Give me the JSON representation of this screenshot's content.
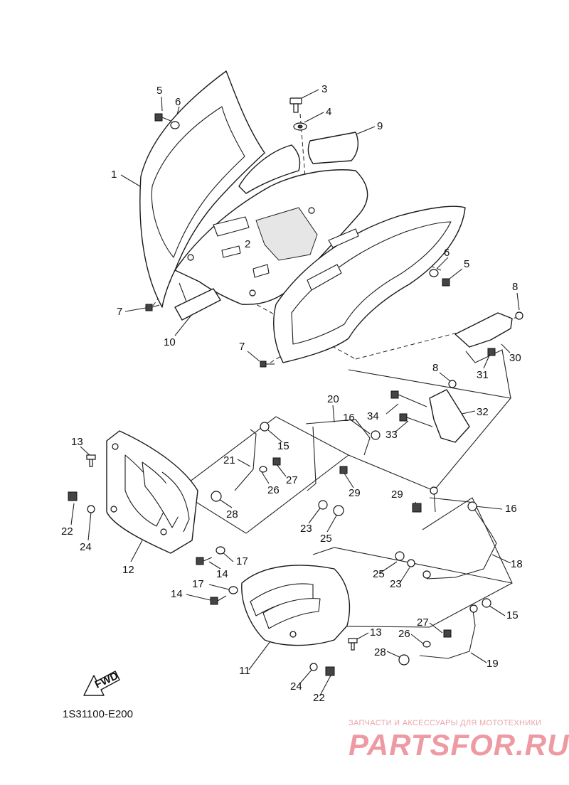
{
  "diagram": {
    "callouts": [
      {
        "id": "c1",
        "text": "1"
      },
      {
        "id": "c2",
        "text": "2"
      },
      {
        "id": "c3",
        "text": "3"
      },
      {
        "id": "c4",
        "text": "4"
      },
      {
        "id": "c5a",
        "text": "5"
      },
      {
        "id": "c5b",
        "text": "5"
      },
      {
        "id": "c6a",
        "text": "6"
      },
      {
        "id": "c6b",
        "text": "6"
      },
      {
        "id": "c7a",
        "text": "7"
      },
      {
        "id": "c7b",
        "text": "7"
      },
      {
        "id": "c8a",
        "text": "8"
      },
      {
        "id": "c8b",
        "text": "8"
      },
      {
        "id": "c9",
        "text": "9"
      },
      {
        "id": "c10",
        "text": "10"
      },
      {
        "id": "c11",
        "text": "11"
      },
      {
        "id": "c12",
        "text": "12"
      },
      {
        "id": "c13a",
        "text": "13"
      },
      {
        "id": "c13b",
        "text": "13"
      },
      {
        "id": "c14a",
        "text": "14"
      },
      {
        "id": "c14b",
        "text": "14"
      },
      {
        "id": "c15a",
        "text": "15"
      },
      {
        "id": "c15b",
        "text": "15"
      },
      {
        "id": "c16a",
        "text": "16"
      },
      {
        "id": "c16b",
        "text": "16"
      },
      {
        "id": "c17a",
        "text": "17"
      },
      {
        "id": "c17b",
        "text": "17"
      },
      {
        "id": "c18",
        "text": "18"
      },
      {
        "id": "c19",
        "text": "19"
      },
      {
        "id": "c20",
        "text": "20"
      },
      {
        "id": "c21",
        "text": "21"
      },
      {
        "id": "c22a",
        "text": "22"
      },
      {
        "id": "c22b",
        "text": "22"
      },
      {
        "id": "c23a",
        "text": "23"
      },
      {
        "id": "c23b",
        "text": "23"
      },
      {
        "id": "c24a",
        "text": "24"
      },
      {
        "id": "c24b",
        "text": "24"
      },
      {
        "id": "c25a",
        "text": "25"
      },
      {
        "id": "c25b",
        "text": "25"
      },
      {
        "id": "c26a",
        "text": "26"
      },
      {
        "id": "c26b",
        "text": "26"
      },
      {
        "id": "c27a",
        "text": "27"
      },
      {
        "id": "c27b",
        "text": "27"
      },
      {
        "id": "c28a",
        "text": "28"
      },
      {
        "id": "c28b",
        "text": "28"
      },
      {
        "id": "c29a",
        "text": "29"
      },
      {
        "id": "c29b",
        "text": "29"
      },
      {
        "id": "c30",
        "text": "30"
      },
      {
        "id": "c31",
        "text": "31"
      },
      {
        "id": "c32",
        "text": "32"
      },
      {
        "id": "c33",
        "text": "33"
      },
      {
        "id": "c34",
        "text": "34"
      }
    ],
    "fwd_label": "FWD",
    "diagram_code": "1S31100-E200"
  },
  "watermark": {
    "subtitle": "ЗАПЧАСТИ И АКСЕССУАРЫ ДЛЯ МОТОТЕХНИКИ",
    "brand": "PARTSFOR.RU",
    "color": "#ee9aa3"
  }
}
